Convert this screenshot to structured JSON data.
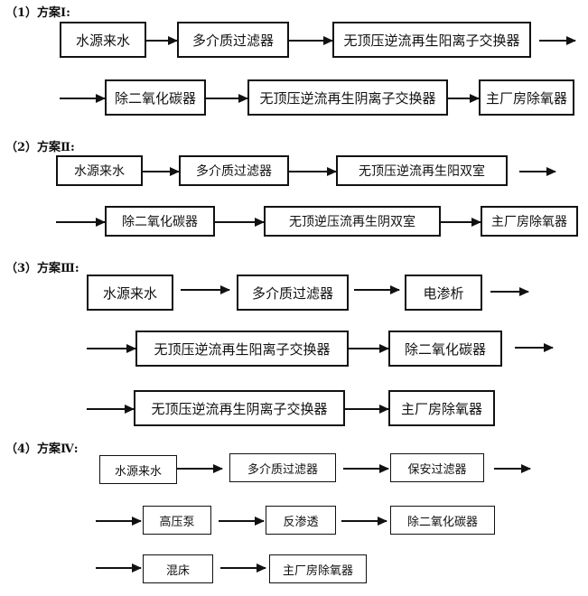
{
  "schemes": [
    {
      "heading": "（1）方案Ⅰ:",
      "steps": [
        "水源来水",
        "多介质过滤器",
        "无顶压逆流再生阳离子交换器",
        "除二氧化碳器",
        "无顶压逆流再生阴离子交换器",
        "主厂房除氧器"
      ]
    },
    {
      "heading": "（2）方案Ⅱ:",
      "steps": [
        "水源来水",
        "多介质过滤器",
        "无顶压逆流再生阳双室",
        "除二氧化碳器",
        "无顶逆压流再生阴双室",
        "主厂房除氧器"
      ]
    },
    {
      "heading": "（3）方案Ⅲ:",
      "steps": [
        "水源来水",
        "多介质过滤器",
        "电渗析",
        "无顶压逆流再生阳离子交换器",
        "除二氧化碳器",
        "无顶压逆流再生阴离子交换器",
        "主厂房除氧器"
      ]
    },
    {
      "heading": "（4）方案Ⅳ:",
      "steps": [
        "水源来水",
        "多介质过滤器",
        "保安过滤器",
        "高压泵",
        "反渗透",
        "除二氧化碳器",
        "混床",
        "主厂房除氧器"
      ]
    }
  ]
}
